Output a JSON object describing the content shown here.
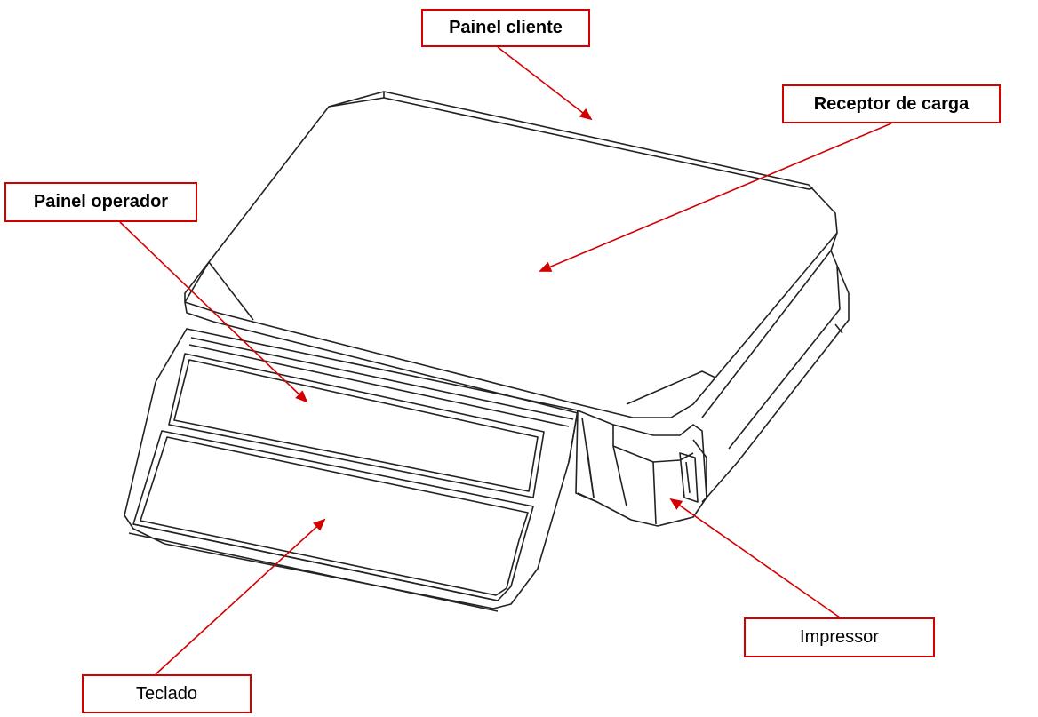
{
  "diagram": {
    "labels": [
      {
        "id": "painel-cliente",
        "text": "Painel cliente"
      },
      {
        "id": "receptor-carga",
        "text": "Receptor de carga"
      },
      {
        "id": "painel-operador",
        "text": "Painel operador"
      },
      {
        "id": "impressor",
        "text": "Impressor"
      },
      {
        "id": "teclado",
        "text": "Teclado"
      }
    ],
    "colors": {
      "callout": "#d40000",
      "outline": "#222222",
      "background": "#ffffff"
    }
  }
}
